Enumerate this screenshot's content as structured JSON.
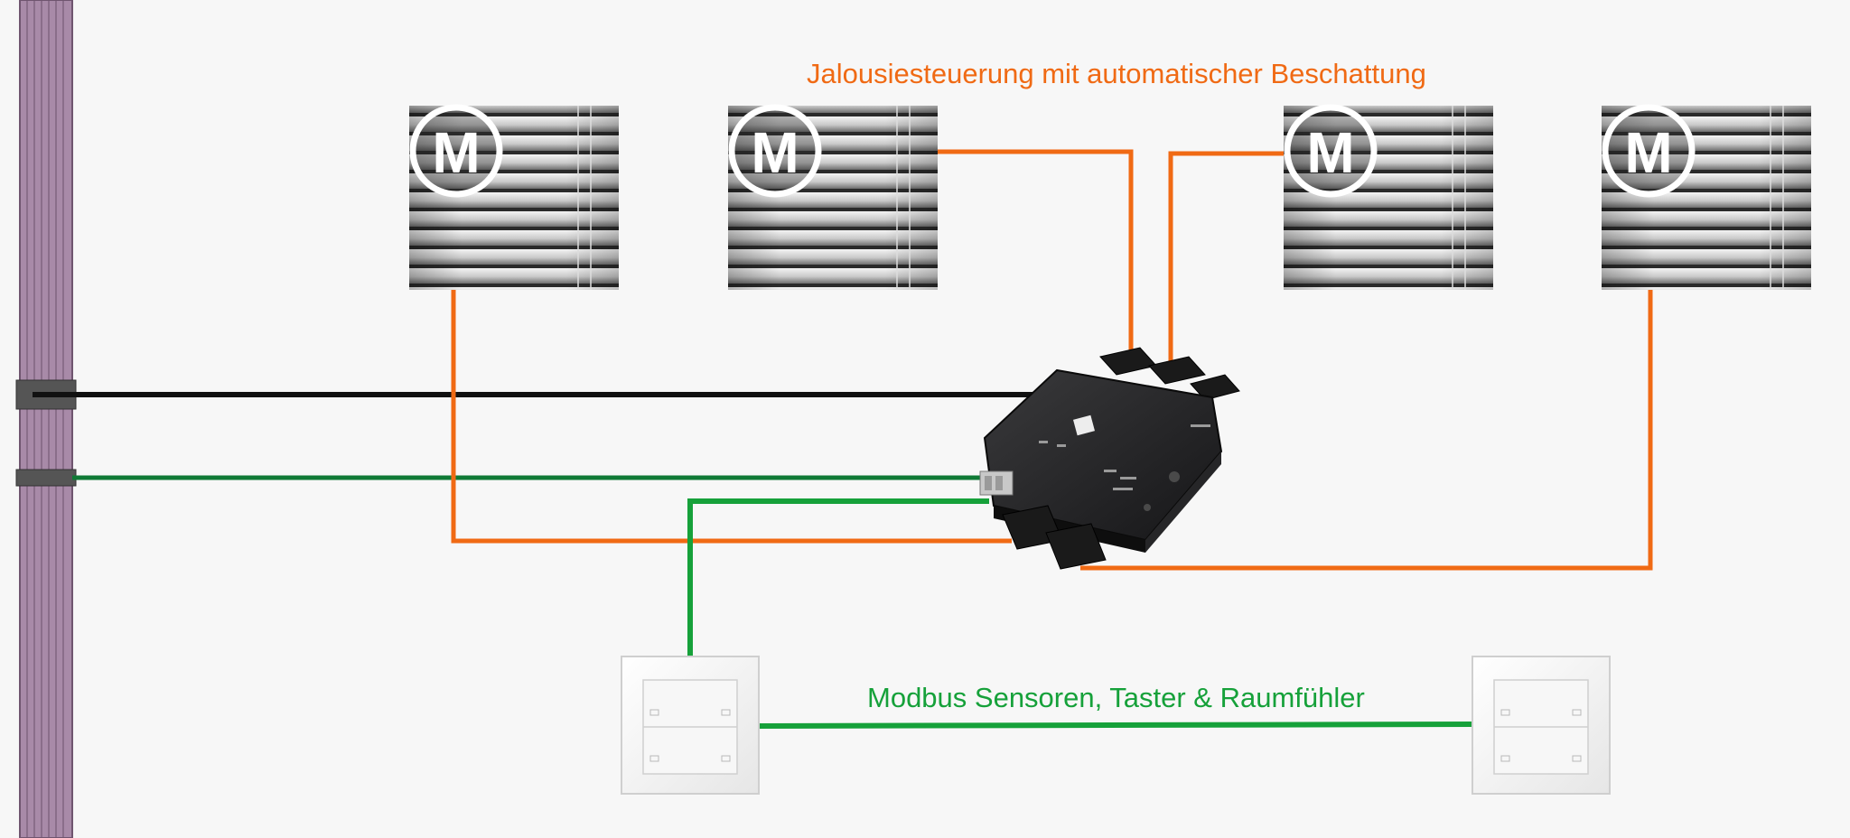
{
  "title_shading": "Jalousiesteuerung mit automatischer Beschattung",
  "title_modbus": "Modbus Sensoren, Taster & Raumfühler",
  "motor_letter": "M",
  "colors": {
    "orange_wire": "#f06a14",
    "green_wire": "#16a13a",
    "dark_green_wire": "#0f7a35",
    "black_wire": "#111111",
    "riser": "#a88aa8",
    "controller": "#1d1d1f"
  }
}
